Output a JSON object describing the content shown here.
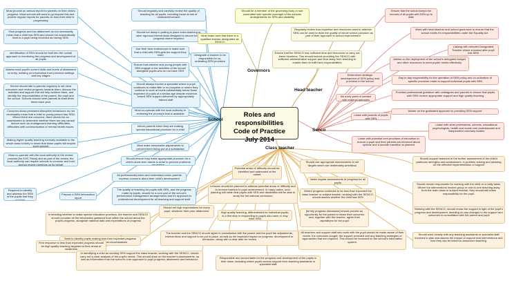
{
  "central": {
    "title_lines": [
      "Roles and responsibilities",
      "Code of Practice",
      "July 2014"
    ]
  },
  "branches": {
    "governors": "Governors",
    "head": "Head teacher",
    "senco": "Senco",
    "school": "School",
    "ct": "Class teacher"
  },
  "school_nodes": [
    "Must provide an annual report for parents on their child's progress. Most schools will want to go beyond this and provide regular reports for parents on how their child is progressing",
    "Slow progress and low attainment do not necessarily mean that a child has SEN and should not automatically lead to a pupil being recorded as having SEN.",
    "Identification of SEN should be built into the overall approach to monitoring the progress and development of all pupils",
    "Assess each pupil's current skills and levels of attainment on entry, building on information from previous settings and key stages",
    "School should talk to parents regularly to set clear outcomes and review progress towards them, discuss the activities and support that will help achieve them, and identify the responsibilities of the parent, the pupil and the school. Schools should meet parents at least three times each year",
    "Concerns about persistent disruptive behaviours do not necessarily mean that a child or young person has SEN. Where there are concerns, there should be an assessment to determine whether there are any causal factors such as undiagnosed learning difficulties, difficulties with communication or mental health issues.",
    "Making higher quality teaching normally available to the whole class is likely to mean that fewer pupils will require such support",
    "Must co-operate with the local authority in the review process [for EHC Plans] and as part of the review, the local authority can require schools to convene and hold annual review meetings on its behalf",
    "Required to identify and address the SEN of the pupils that they support",
    "Should regularly and carefully review the quality of teaching for all pupils, including those at risk of underachievement",
    "Should not delay in putting in place extra teaching or other rigorous interventions designed to secure better progress where required",
    "Use their best endeavours to make sure that a child with SEN gets the support they need",
    "Ensure that children and young people with SEN engage in the activities of the school alongside pupils who do not have SEN",
    "Should always involve a specialist where a pupil continues to make little or no progress or where they continue to work at levels substantially below those expected of pupils of a similar age despite evidence-based SEN support delivered by appropriately trained staff",
    "Must co-operate with the local authority in reviewing the provision that is available locally",
    "Inform parents when they are making special educational provision for a child",
    "Must make reasonable adjustments to prevent them being put at a substantial disadvantage",
    "Should ensure they make appropriate provision for a child's short-term needs in order to prevent problems escalating",
    "All professionals listen and understand when parents express concerns about their child's development",
    "The quality of teaching for pupils with SEN, and the progress made by pupils, should be a core part of the school's performance management arrangements and it's approach to professional development for all teaching and support staff",
    "Prepare a SEN information report",
    "Designate a teacher to be responsible for co-ordinating SEN provision"
  ],
  "governor_nodes": [
    "Should be a member of the governing body or sub committee with specific oversight of the schools arrangements for SEN and disability",
    "Must make sure that there is a qualified teacher designated as SENCO"
  ],
  "head_nodes": [
    "Regularly review how expertise and resources used to address SEN can be used to build the quality of whole school provision as part of their approach to school improvement",
    "Ensure that the SENCO has sufficient time and resources to carry out these functions. This should include providing the SENCO with sufficient administrative support and time away from teaching to enable them to fulfil their responsibilities"
  ],
  "senco_nodes": [
    "Ensure that the school keeps the records of all pupils with SEN up to date",
    "Work with head teacher and school governors to ensure that the school meets it's responsibilities under the Equality Act",
    "Liaising with relevant Designated Teacher where a looked after pupil has SEN",
    "Advise on the deployment of the school's delegated budget and other resources to meet pupils' needs effectively",
    "Determines strategic development of SEN policy and provision in the school",
    "Day to day responsibility for the operation of SEN policy and co-ordination of specific provision made to support individual pupils with SEN",
    "Provides professional guidance with colleagues and parents to ensure that pupils with SEN receive appropriate support and high quality teaching",
    "Be a key point of contact with external agencies",
    "Advise on the graduated approach to providing SEN support",
    "Liaise with parents of pupils with SEN",
    "Liaise with other professions- schools, educational psychologists, health and social care professionals and independent voluntary bodies",
    "Liaise with potential next providers of education to ensure a pupil and their parents are informed about options and a smooth transition is planned"
  ],
  "ct_nodes": [
    "Potential areas of difficulty should be identified and addressed at the outset",
    "Should use appropriate assessments to set targets which are deliberately ambitious",
    "Make regular assessments of progress for all pupils",
    "Lessons should be planned to address potential areas of difficulty and to remove barriers to pupil achievement. In many cases, such planning will mean that pupils with SEN and disabilities will be able to study the full national curriculum",
    "Where progress continues to be less than expected the class teacher or subject teacher, working with the SENCO, should assess whether the child has SEN",
    "Should set high expectations for every pupil, whatever their prior attainment",
    "High quality teaching, differentiated for individual pupils, is a first step in responding to pupils who have or may have SEN",
    "[termly progress discussion] should provide an opportunity for the parent to share their concerns and, together with the teacher, agree their aspirations for the pupil",
    "In deciding whether to make special education provision, the teacher and SENCO should consider all the information gathered from within the school about the pupil's progress, alongside national data and expectations of progress",
    "Seek to identify pupils making less than expected progress given their age and individual circumstances",
    "The teacher and the SENCO should agree in consultation with the parent and the pupil the adjustments, interventions and support to be put in place, as well as the expected impact on progress, development or behaviour, along with a clear date for review",
    "All teachers and support staff who work with the pupil should be made aware of their needs, the outcomes sought, the support provided and any teaching strategies or approaches that are required. This should be recorded on the school's information system.",
    "First response to less than expected progress should be high quality teaching targeted at their areas of weakness",
    "In identifying a child as needing SEN support the class teacher, working with the SENCO, should carry out a clear analysis of the pupil's needs. This should draw on the teacher's assessments, as well as information from the school's core approach to pupil progress, attainment and behaviour.",
    "Responsible and accountable for the progress and development of the pupils in their class, including where pupils access support from teaching assistants or specialist staff",
    "Should support teachers in the further assessment of the child's particular strengths and weaknesses, in problem solving and advising on the effective implementation of support",
    "Should remain responsible for working with the child on a daily basis. Where the interventions involve group or one-to-one teaching away from the main class or subject teacher, they should still retain responsibility for the pupil.",
    "Working with the SENCO, should revise the support in light of the pupil's progress and development, deciding on any changes to the support and outcomes in consultation with the parent and pupil",
    "Should work closely with any teaching assistants or specialist staff involved to plan and assess the impact of support and interventions and how they can be linked to classroom teaching."
  ]
}
